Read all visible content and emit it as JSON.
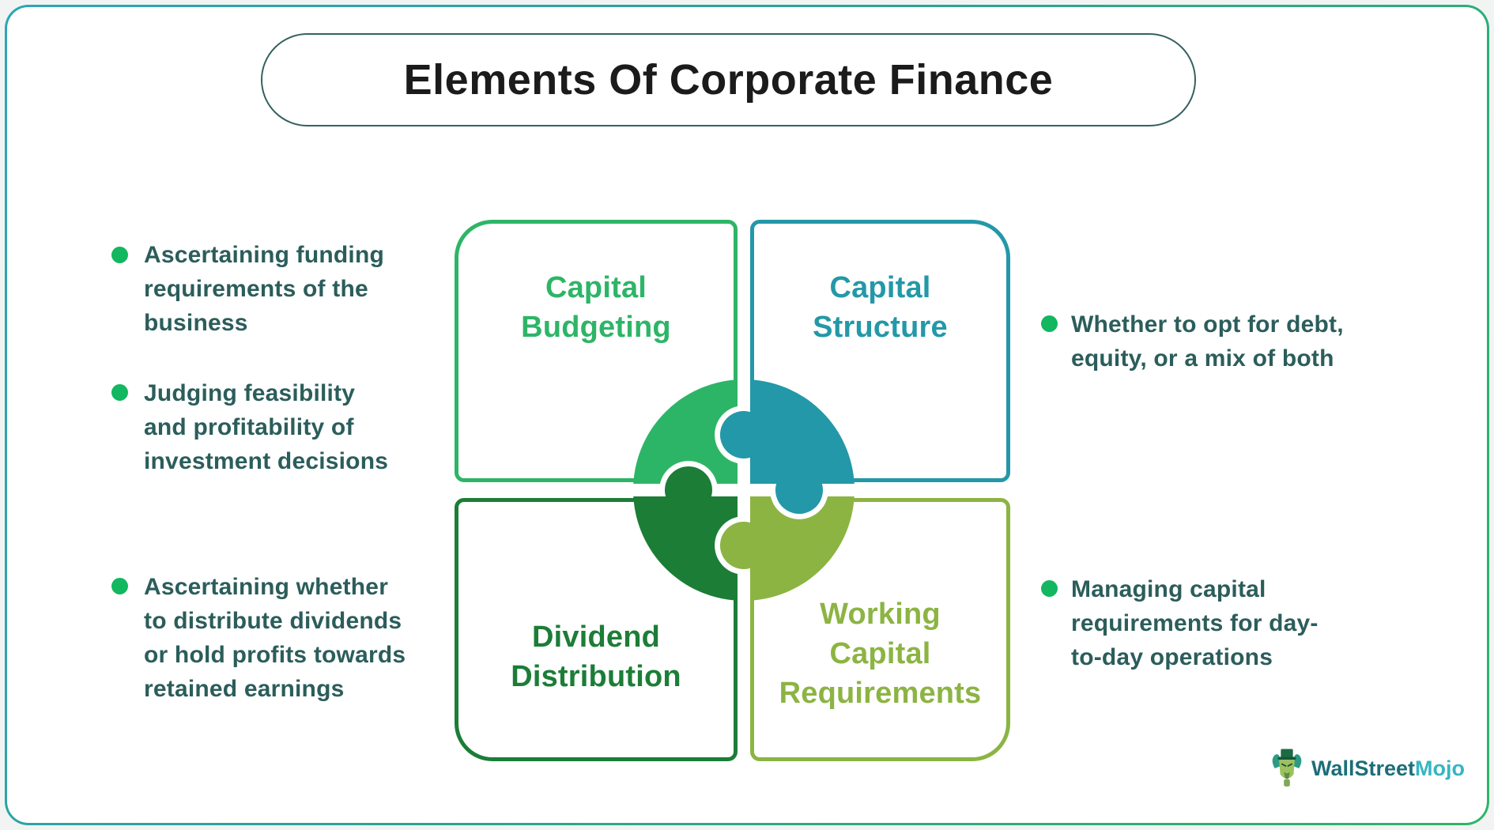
{
  "page": {
    "background": "#F2F3F3",
    "card_background": "#FFFFFF",
    "card_border_gradient": [
      "#2AA6B7",
      "#2DB567"
    ]
  },
  "title": {
    "text": "Elements Of Corporate Finance",
    "color": "#1B1B1B",
    "pill_border_color": "#34625F"
  },
  "quadrants": [
    {
      "id": "capital-budgeting",
      "label": "Capital\nBudgeting",
      "color": "#2DB567"
    },
    {
      "id": "capital-structure",
      "label": "Capital\nStructure",
      "color": "#2398A8"
    },
    {
      "id": "dividend-distribution",
      "label": "Dividend\nDistribution",
      "color": "#1C7D37"
    },
    {
      "id": "working-capital-requirements",
      "label": "Working\nCapital\nRequirements",
      "color": "#8CB443"
    }
  ],
  "bullets": {
    "dot_color": "#12B75F",
    "text_color": "#2B5D5B",
    "left": [
      {
        "text": "Ascertaining funding\nrequirements of the\nbusiness"
      },
      {
        "text": "Judging feasibility\nand profitability of\ninvestment decisions"
      },
      {
        "text": "Ascertaining whether\nto distribute dividends\nor hold profits towards\nretained earnings"
      }
    ],
    "right": [
      {
        "text": "Whether to opt for debt,\nequity, or a mix of both"
      },
      {
        "text": "Managing capital\nrequirements for day-\nto-day operations"
      }
    ]
  },
  "logo": {
    "brand_part1": "WallStreet",
    "brand_part2": "Mojo",
    "part1_color": "#1D6E79",
    "part2_color": "#35B5C2",
    "mascot": "bull-mascot-icon"
  }
}
